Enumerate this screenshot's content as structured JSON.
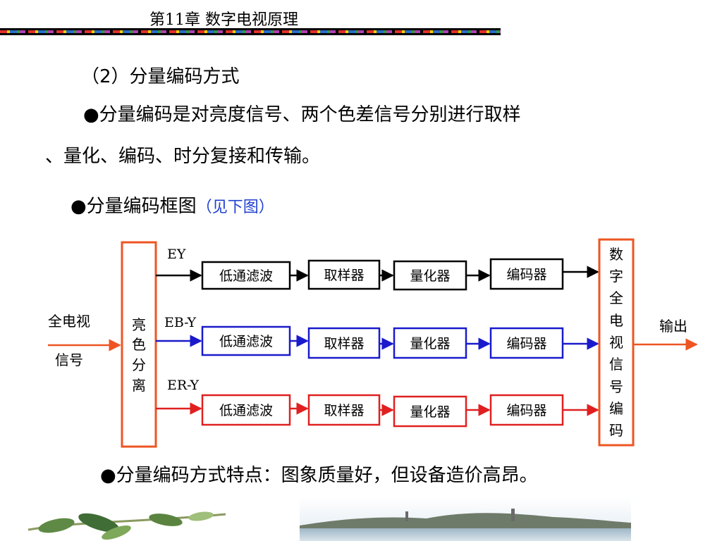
{
  "header": {
    "title": "第11章  数字电视原理"
  },
  "section_heading": "（2）分量编码方式",
  "paragraph1_line1": "●分量编码是对亮度信号、两个色差信号分别进行取样",
  "paragraph1_line2": "、量化、编码、时分复接和传输。",
  "diagram_caption": "●分量编码框图",
  "diagram_caption_note": "（见下图）",
  "diagram": {
    "input_label_line1": "全电视",
    "input_label_line2": "信号",
    "separator_chars": [
      "亮",
      "色",
      "分",
      "离"
    ],
    "output_label": "输出",
    "encoder_chars": [
      "数",
      "字",
      "全",
      "电",
      "视",
      "信",
      "号",
      "编",
      "码"
    ],
    "channel_labels": [
      "EY",
      "EB-Y",
      "ER-Y"
    ],
    "stage_labels": [
      "低通滤波",
      "取样器",
      "量化器",
      "编码器"
    ],
    "colors": {
      "black": "#000000",
      "blue": "#1a1acc",
      "red": "#e02020",
      "orange": "#ee5522"
    }
  },
  "features_text": "●分量编码方式特点：图象质量好，但设备造价高昂。"
}
